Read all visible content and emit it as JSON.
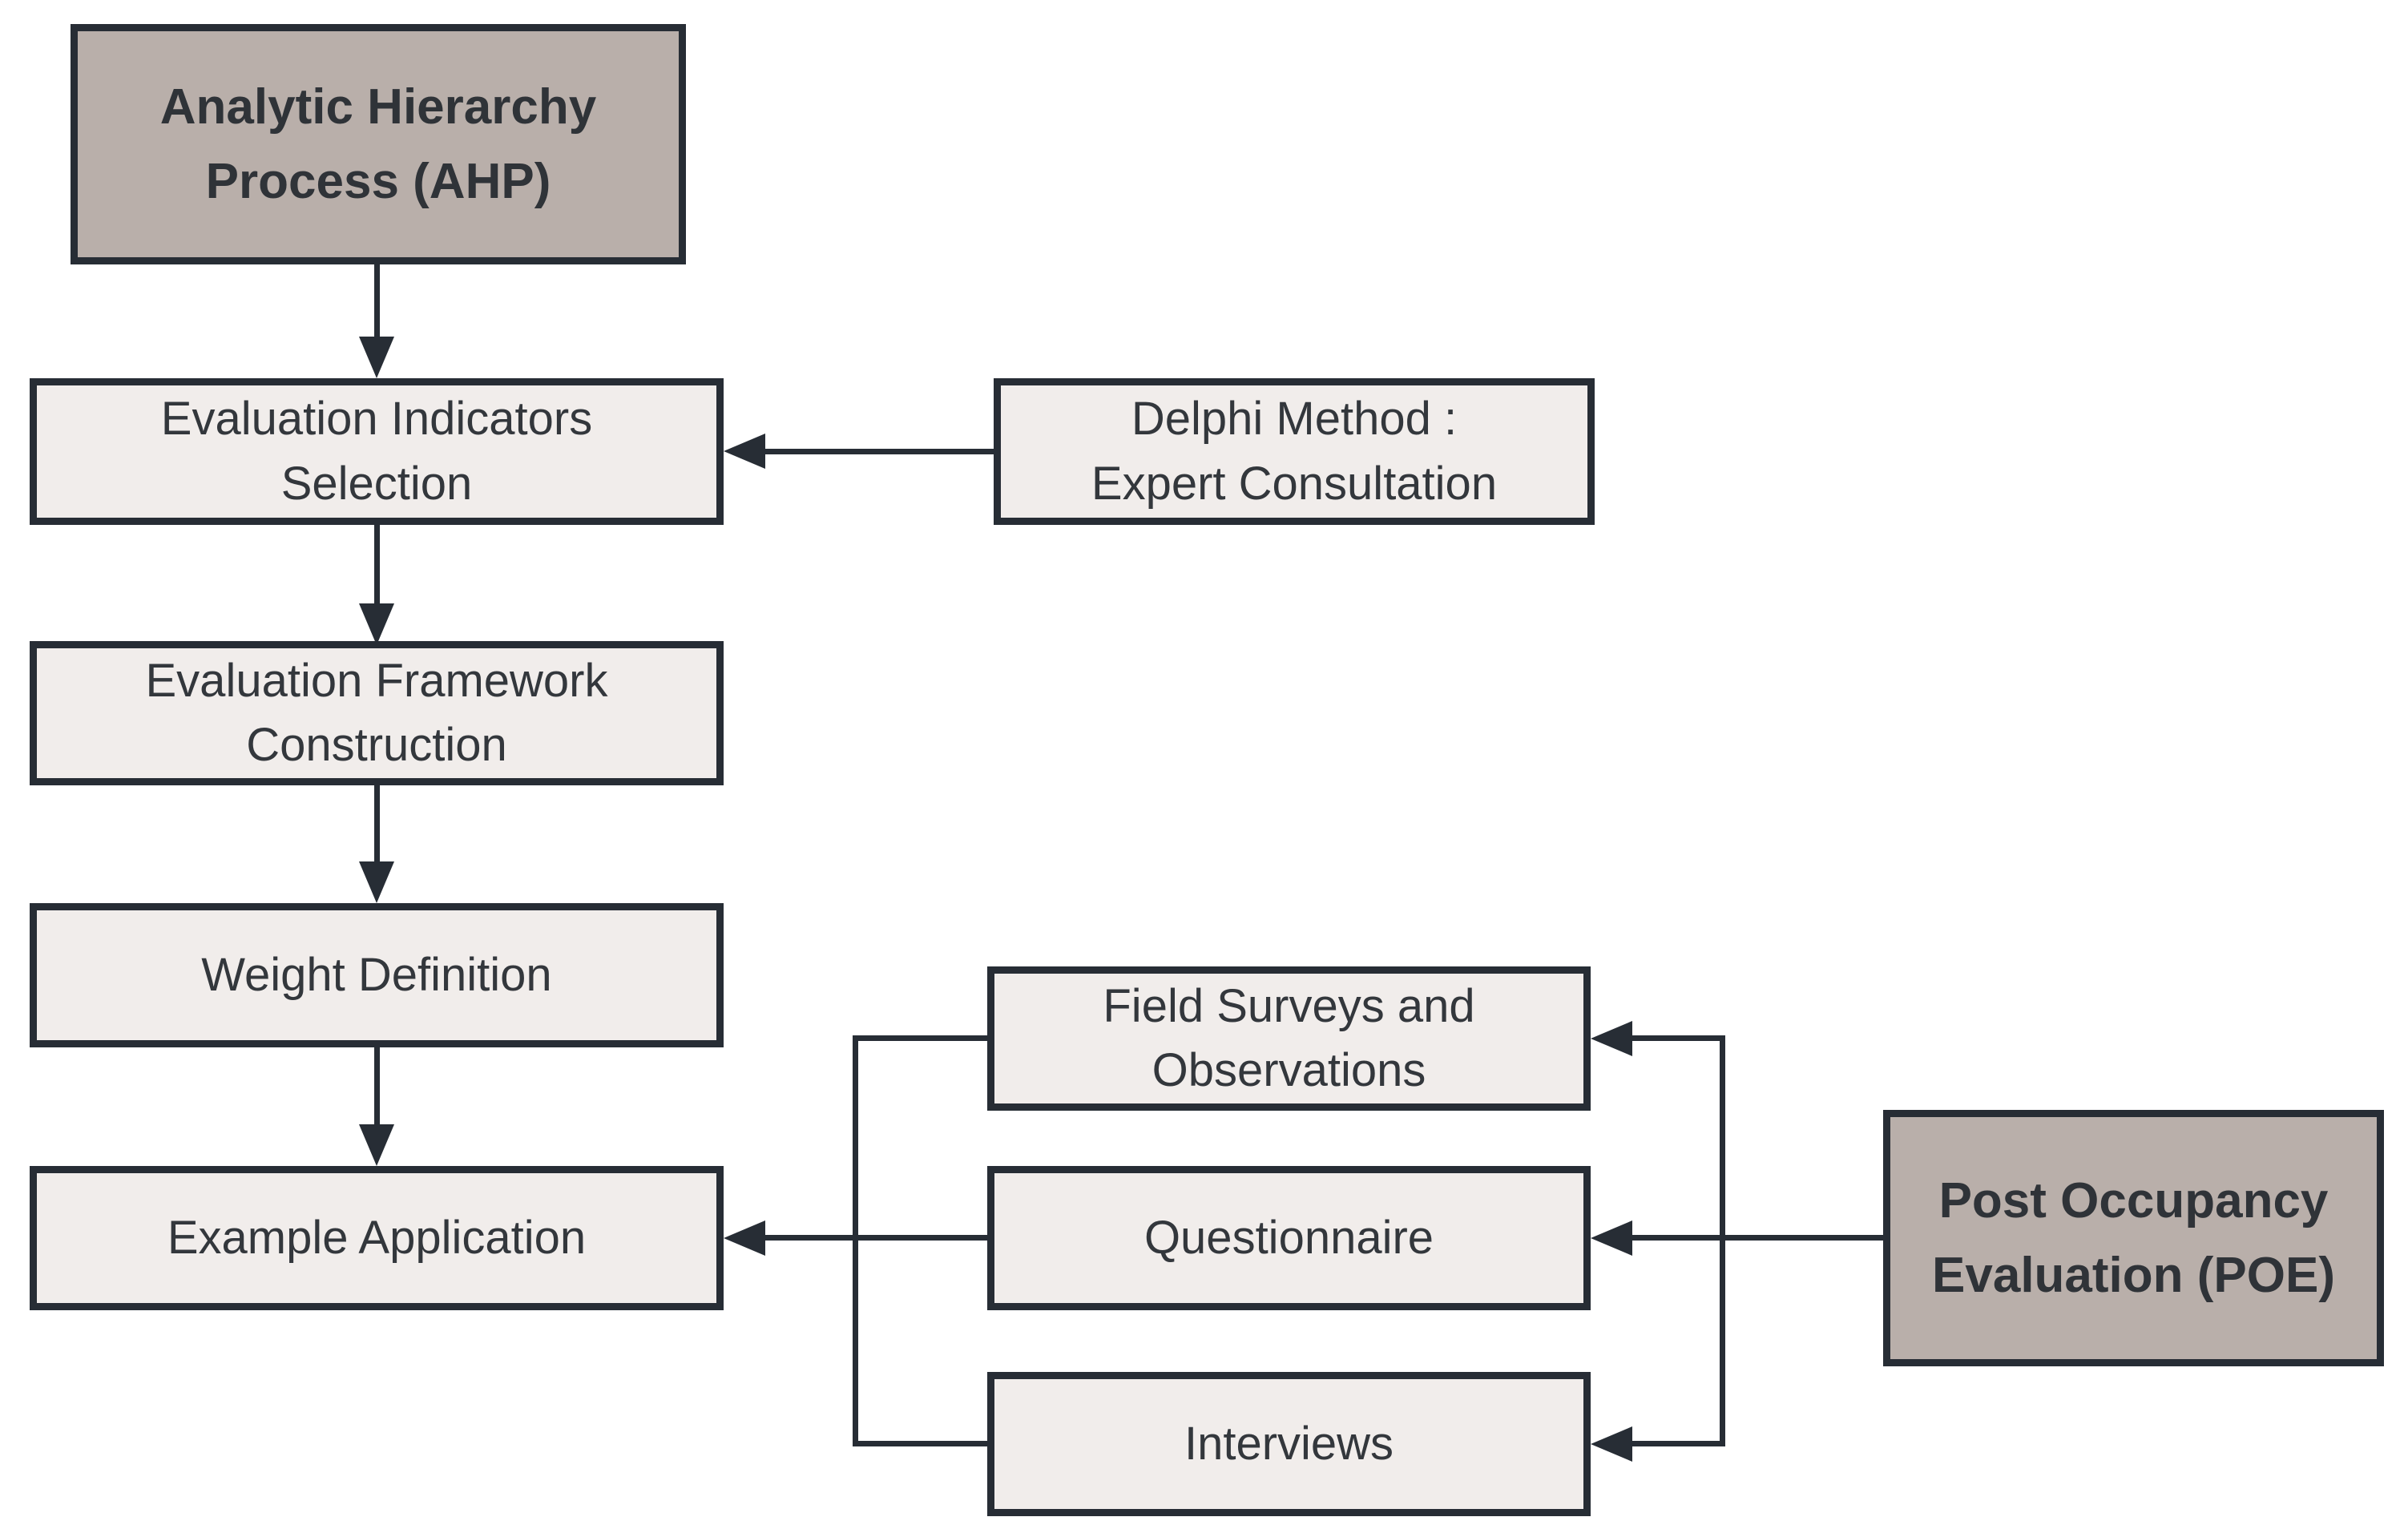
{
  "diagram": {
    "type": "flowchart",
    "background_color": "#ffffff",
    "stroke_color": "#272d35",
    "light_box_fill": "#f1edeb",
    "dark_box_fill": "#b9afaa",
    "text_color": "#33373c",
    "nodes": {
      "ahp": {
        "label": "Analytic Hierarchy\nProcess (AHP)",
        "style": "dark"
      },
      "indicators": {
        "label": "Evaluation Indicators\nSelection",
        "style": "light"
      },
      "delphi": {
        "label": "Delphi Method :\nExpert Consultation",
        "style": "light"
      },
      "framework": {
        "label": "Evaluation Framework\nConstruction",
        "style": "light"
      },
      "weight": {
        "label": "Weight Definition",
        "style": "light"
      },
      "example": {
        "label": "Example Application",
        "style": "light"
      },
      "field_surveys": {
        "label": "Field Surveys and\nObservations",
        "style": "light"
      },
      "questionnaire": {
        "label": "Questionnaire",
        "style": "light"
      },
      "interviews": {
        "label": "Interviews",
        "style": "light"
      },
      "poe": {
        "label": "Post Occupancy\nEvaluation (POE)",
        "style": "dark"
      }
    },
    "edges": [
      {
        "from": "ahp",
        "to": "indicators"
      },
      {
        "from": "indicators",
        "to": "framework"
      },
      {
        "from": "framework",
        "to": "weight"
      },
      {
        "from": "weight",
        "to": "example"
      },
      {
        "from": "delphi",
        "to": "indicators"
      },
      {
        "from": "poe",
        "to": "field_surveys"
      },
      {
        "from": "poe",
        "to": "questionnaire"
      },
      {
        "from": "poe",
        "to": "interviews"
      },
      {
        "from": "field_surveys",
        "to": "example"
      },
      {
        "from": "questionnaire",
        "to": "example"
      },
      {
        "from": "interviews",
        "to": "example"
      }
    ]
  }
}
